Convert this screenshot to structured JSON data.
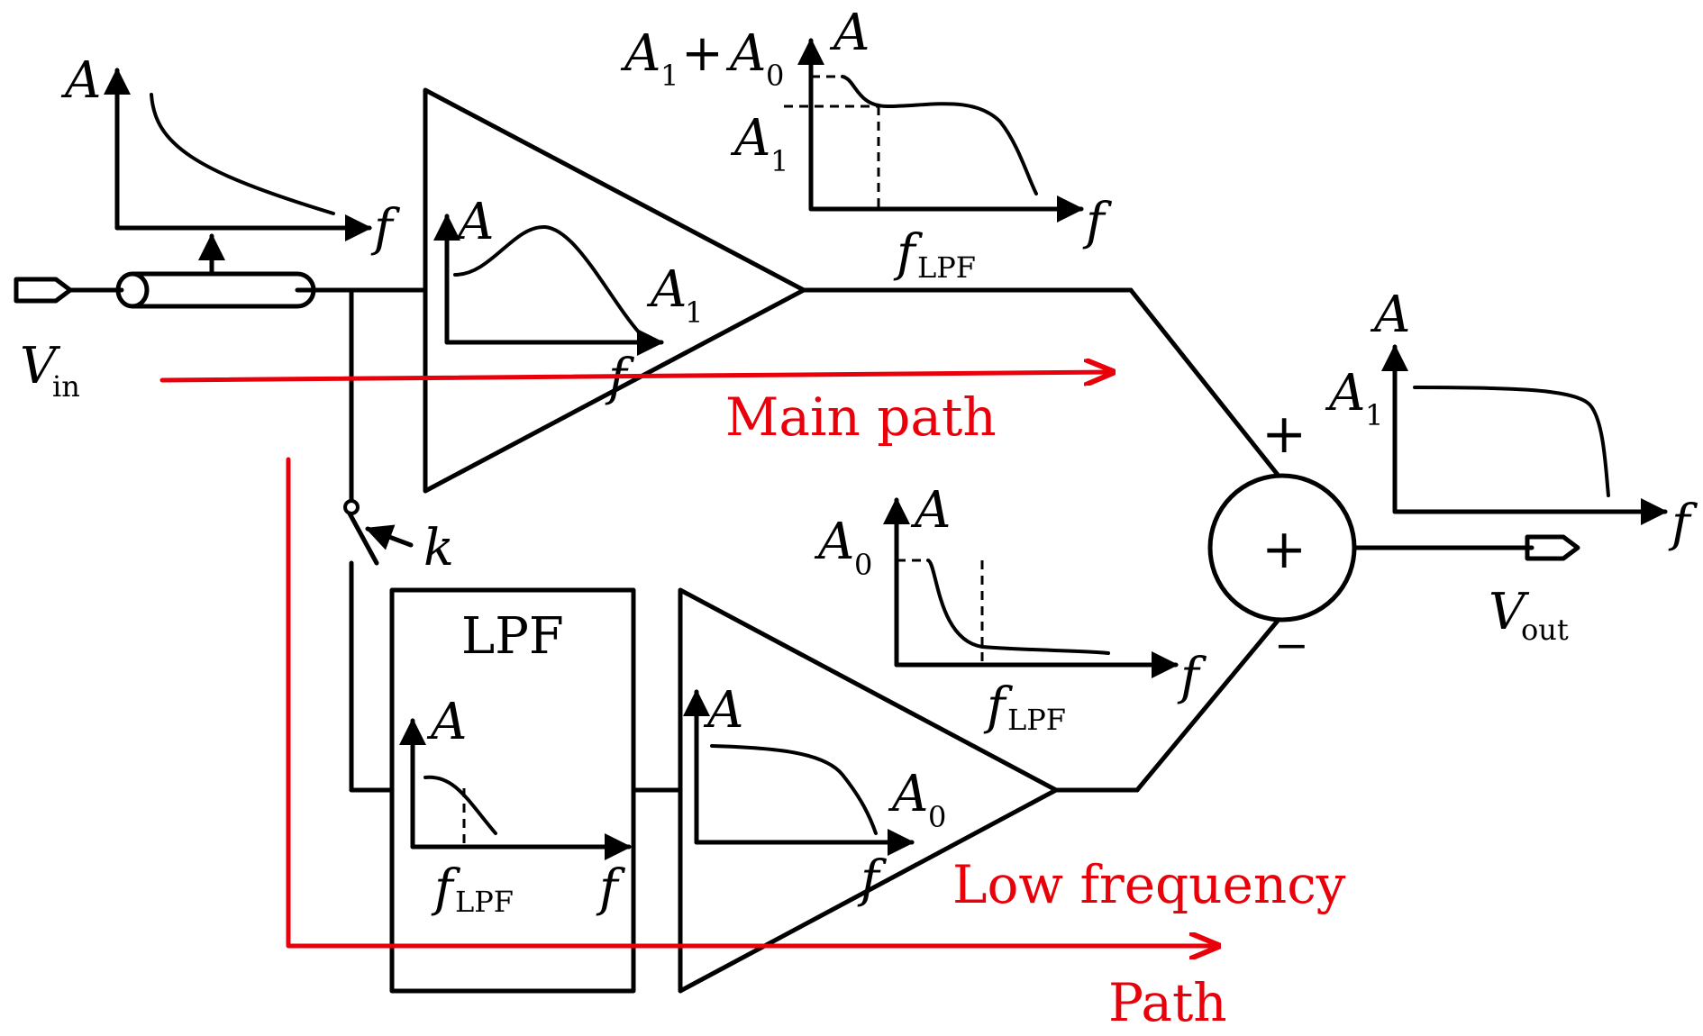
{
  "labels": {
    "amp_axis": "A",
    "freq_axis": "f",
    "v_in_main": "V",
    "v_in_sub": "in",
    "v_out_main": "V",
    "v_out_sub": "out",
    "switch_k": "k",
    "lpf_title": "LPF",
    "main_amp_gain_main": "A",
    "main_amp_gain_sub": "1",
    "low_amp_gain_main": "A",
    "low_amp_gain_sub": "0",
    "main_resp_level_top_a": "A",
    "main_resp_level_top_a_sub": "1",
    "main_resp_level_top_plus": "+",
    "main_resp_level_top_b": "A",
    "main_resp_level_top_b_sub": "0",
    "main_resp_level_bottom": "A",
    "main_resp_level_bottom_sub": "1",
    "low_resp_level": "A",
    "low_resp_level_sub": "0",
    "out_resp_level": "A",
    "out_resp_level_sub": "1",
    "cutoff_main": "f",
    "cutoff_sub": "LPF",
    "summer_symbol": "+",
    "summer_plus": "+",
    "summer_minus": "−",
    "main_path": "Main path",
    "low_path_line1": "Low frequency",
    "low_path_line2": "Path"
  },
  "colors": {
    "stroke": "#000000",
    "path_arrow": "#e8000b"
  }
}
